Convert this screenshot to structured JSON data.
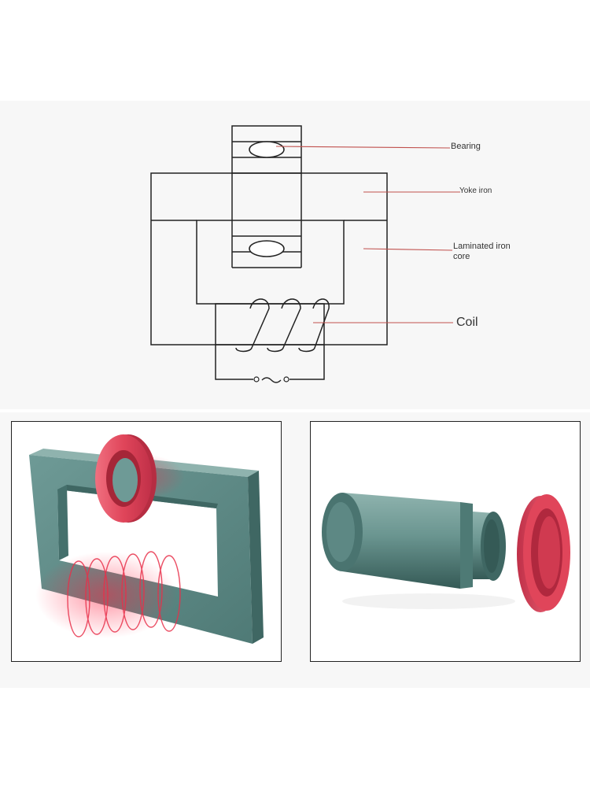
{
  "schematic": {
    "labels": {
      "bearing": "Bearing",
      "yoke_iron": "Yoke iron",
      "laminated_core": "Laminated iron",
      "laminated_core_line2": "core",
      "coil": "Coil"
    },
    "ac_symbol": "~"
  },
  "illustrations": {
    "left_panel": {
      "subject": "rectangular iron frame with red ring bearing and induction coil",
      "icon": "iron-frame-with-coil-icon"
    },
    "right_panel": {
      "subject": "cylindrical shaft beside red ring bearing",
      "icon": "shaft-and-bearing-icon"
    }
  },
  "colors": {
    "leader_line": "#c0504d",
    "iron_gray": "#5f8a86",
    "bearing_red": "#e0455a",
    "coil_red": "#e8304a",
    "outline": "#222222",
    "background_band": "#f7f7f7"
  }
}
